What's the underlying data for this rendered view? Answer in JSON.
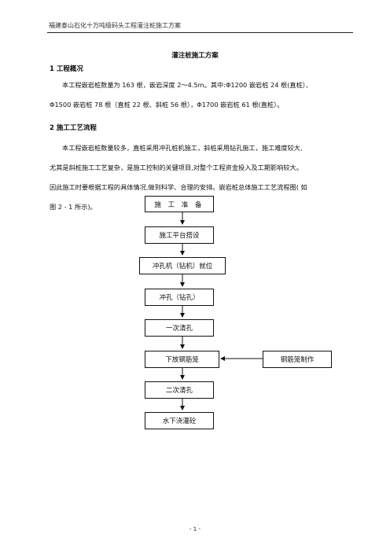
{
  "header": {
    "text": "福建泰山石化十万吨级码头工程灌注桩施工方案"
  },
  "document": {
    "title": "灌注桩施工方案",
    "section1": {
      "heading": "1  工程概况",
      "lines": [
        "本工程嵌岩桩数量为 163 根，嵌岩深度 2～4.5m。其中:Φ1200 嵌岩桩 24 根(直桩）、",
        "Φ1500 嵌岩桩 78 根（直桩 22 根、斜桩 56 根），Φ1700 嵌岩桩 61 根(直桩）。"
      ]
    },
    "section2": {
      "heading": "2  施工工艺流程",
      "lines": [
        "本工程嵌岩桩数量较多，直桩采用冲孔桩机施工，斜桩采用钻孔施工，施工难度较大,",
        "尤其是斜桩施工工艺复杂，是施工控制的关键项目,对整个工程资金投入及工期影响较大。",
        "因此施工时要根据工程的具体情况,做到科学、合理的安排。嵌岩桩总体施工工艺流程图( 如",
        "图 2 - 1 所示)。"
      ]
    }
  },
  "flowchart": {
    "steps": [
      "施 工 准 备",
      "施工平台搭设",
      "冲孔机（钻机）就位",
      "冲孔（钻孔）",
      "一次清孔",
      "下放钢筋笼",
      "二次清孔",
      "水下浇灌砼"
    ],
    "side_step": "钢筋笼制作"
  },
  "footer": {
    "page_number": "- 1 -"
  }
}
